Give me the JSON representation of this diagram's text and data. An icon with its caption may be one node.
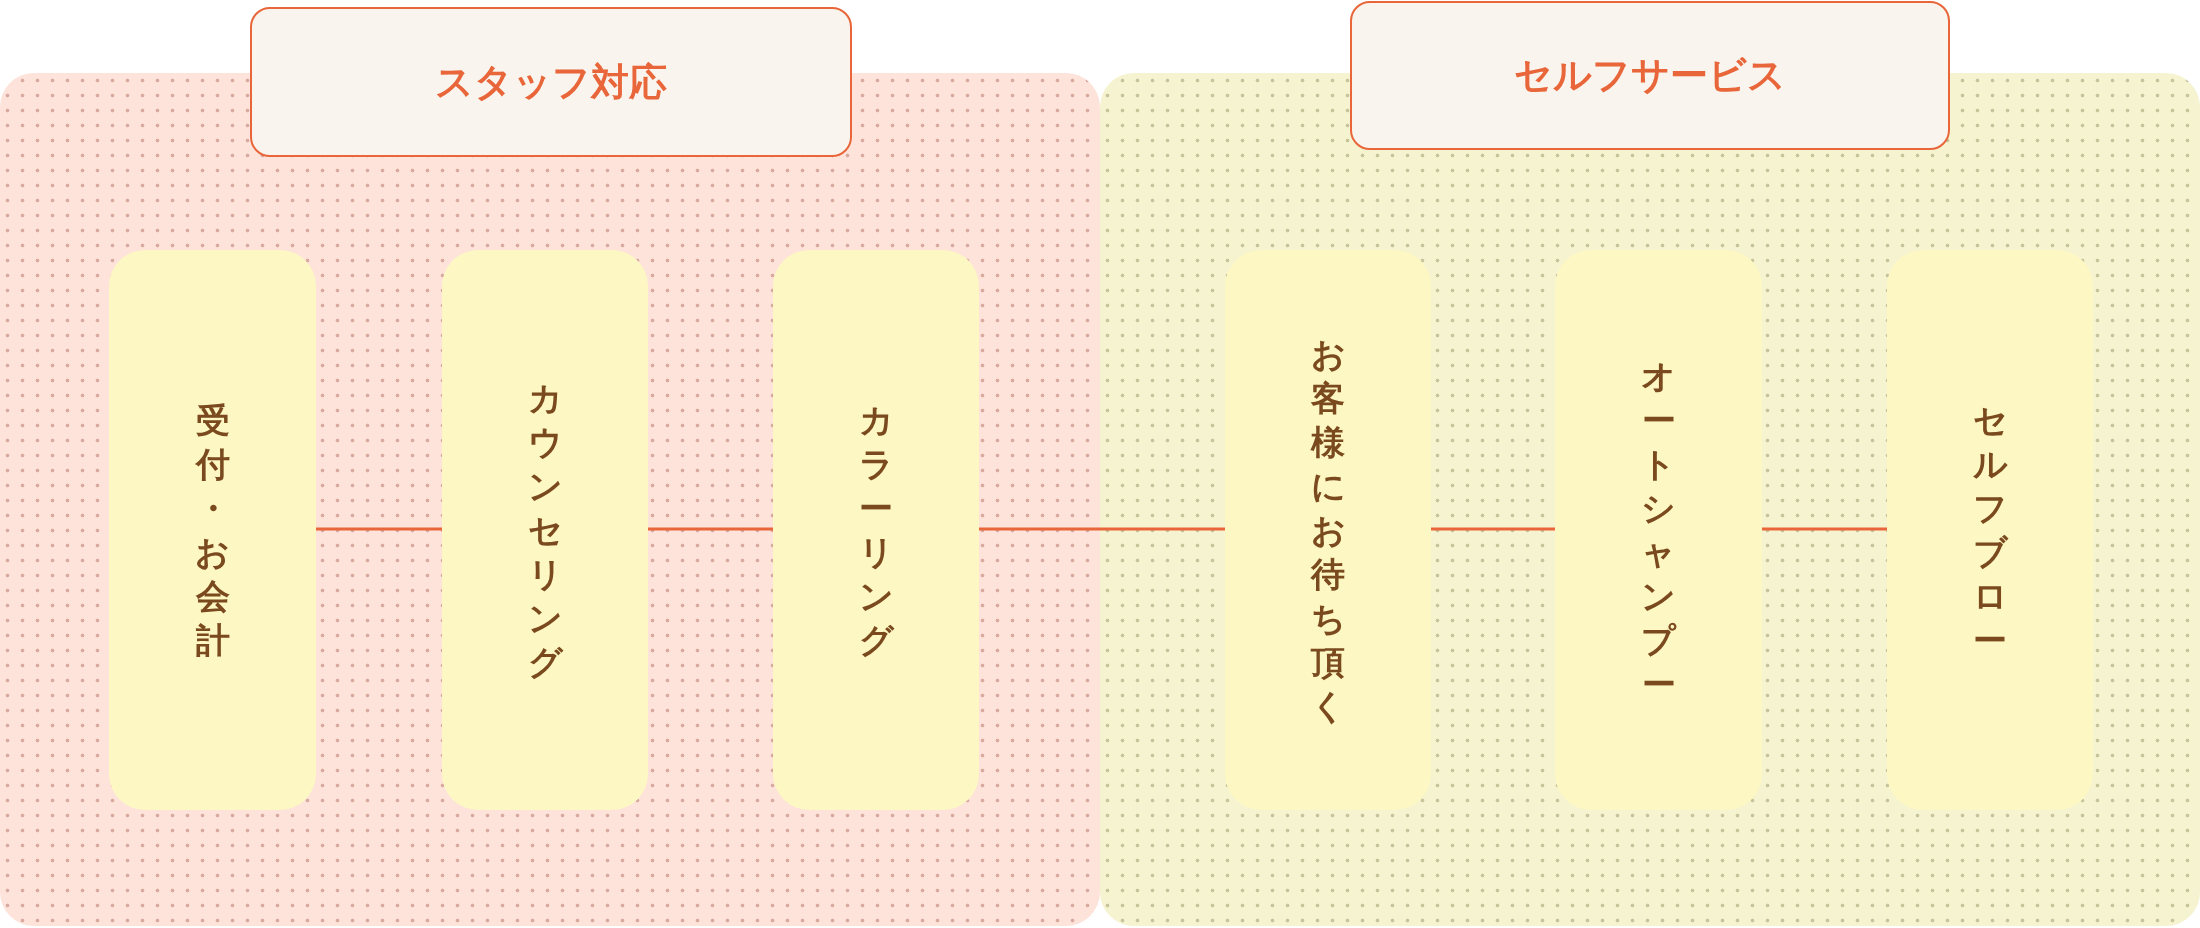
{
  "diagram": {
    "nodes": [
      {
        "text": [
          "スタッフ対応"
        ]
      },
      {
        "text": [
          "受付・お会計"
        ],
        "in": 0
      },
      {
        "text": [
          "カウンセリング"
        ],
        "in": 0
      },
      {
        "text": [
          "カラーリング"
        ],
        "in": 0
      },
      {
        "text": [
          "セルフサービス"
        ]
      },
      {
        "text": [
          "お客様にお待ち頂く"
        ],
        "in": 4
      },
      {
        "text": [
          "オートシャンプー"
        ],
        "in": 4
      },
      {
        "text": [
          "セルフブロー"
        ],
        "in": 4
      }
    ],
    "edges": [
      {
        "from": 1,
        "to": 2,
        "arrow": "none"
      },
      {
        "from": 2,
        "to": 3,
        "arrow": "none"
      },
      {
        "from": 3,
        "to": 5,
        "arrow": "none"
      },
      {
        "from": 5,
        "to": 6,
        "arrow": "none"
      },
      {
        "from": 6,
        "to": 7,
        "arrow": "none"
      }
    ]
  }
}
